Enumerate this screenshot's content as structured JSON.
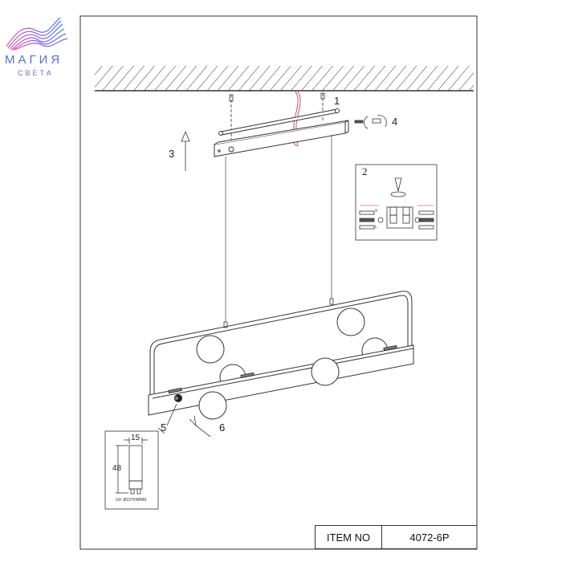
{
  "logo": {
    "line1": "МАГИЯ",
    "line2": "СВЕТА",
    "colors": [
      "#e05aa8",
      "#7a5be0",
      "#4f7fd8"
    ]
  },
  "callouts": {
    "step1": "1",
    "step2": "2",
    "step3": "3",
    "step4": "4",
    "step5": "5",
    "step6": "6"
  },
  "inset_wiring": {
    "labels": {
      "neutral": "N",
      "live": "L"
    }
  },
  "inset_bulb": {
    "width": "15",
    "height": "48",
    "spec": "G9:  Ø15*H48MM"
  },
  "item_table": {
    "label": "ITEM NO",
    "value": "4072-6P"
  },
  "colors": {
    "line": "#333333",
    "wire": "#c0506a"
  }
}
